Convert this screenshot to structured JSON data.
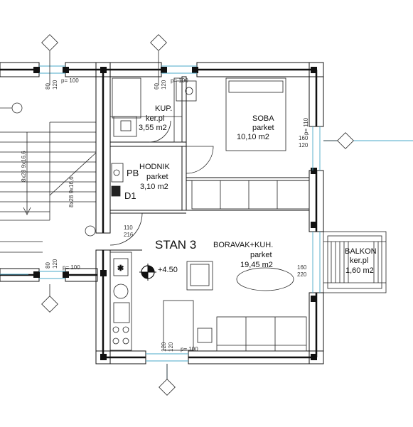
{
  "apartment": {
    "title": "STAN 3"
  },
  "rooms": {
    "kupaonica": {
      "name": "KUP.",
      "floor": "ker.pl",
      "area": "3,55 m2"
    },
    "soba": {
      "name": "SOBA",
      "floor": "parket",
      "area": "10,10 m2"
    },
    "hodnik": {
      "name": "HODNIK",
      "floor": "parket",
      "area": "3,10 m2"
    },
    "boravak": {
      "name": "BORAVAK+KUH.",
      "floor": "parket",
      "area": "19,45 m2"
    },
    "balkon": {
      "name": "BALKON",
      "floor": "ker.pl",
      "area": "1,60 m2"
    }
  },
  "elevation": {
    "value": "+4.50"
  },
  "labels": {
    "pb": "PB",
    "d1": "D1"
  },
  "stairs": {
    "flight_1": "8x28 9x16,6",
    "flight_2": "8x28 9x16,6"
  },
  "openings": {
    "w_top_left": {
      "w": "80",
      "h": "120",
      "p": "p= 100"
    },
    "w_top_bath": {
      "w": "60",
      "h": "120",
      "p": "p= 100"
    },
    "w_right_soba": {
      "w": "160",
      "h": "120",
      "p": "p= 110"
    },
    "door_balcony": {
      "w": "160",
      "h": "220"
    },
    "door_entry": {
      "w": "110",
      "h": "216"
    },
    "w_left_living": {
      "w": "80",
      "h": "120",
      "p": "p= 100"
    },
    "w_bottom": {
      "w": "120",
      "h": "120",
      "p": "p= 100"
    }
  }
}
